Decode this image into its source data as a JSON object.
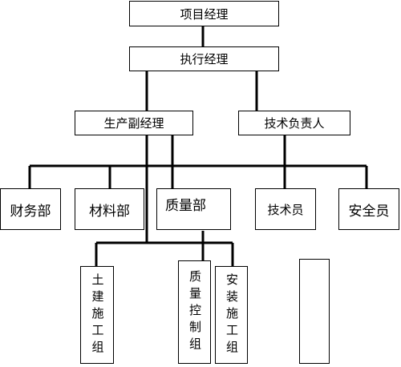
{
  "org_chart": {
    "top": "项目经理",
    "executive": "执行经理",
    "production_deputy": "生产副经理",
    "technical_head": "技术负责人",
    "departments": {
      "finance": "财务部",
      "materials": "材料部",
      "quality": "质量部",
      "technician": "技术员",
      "safety": "安全员"
    },
    "teams": {
      "civil_construction": "土建施工组",
      "quality_control": "质量控制组",
      "installation_construction": "安装施工组",
      "unlabeled": ""
    }
  }
}
